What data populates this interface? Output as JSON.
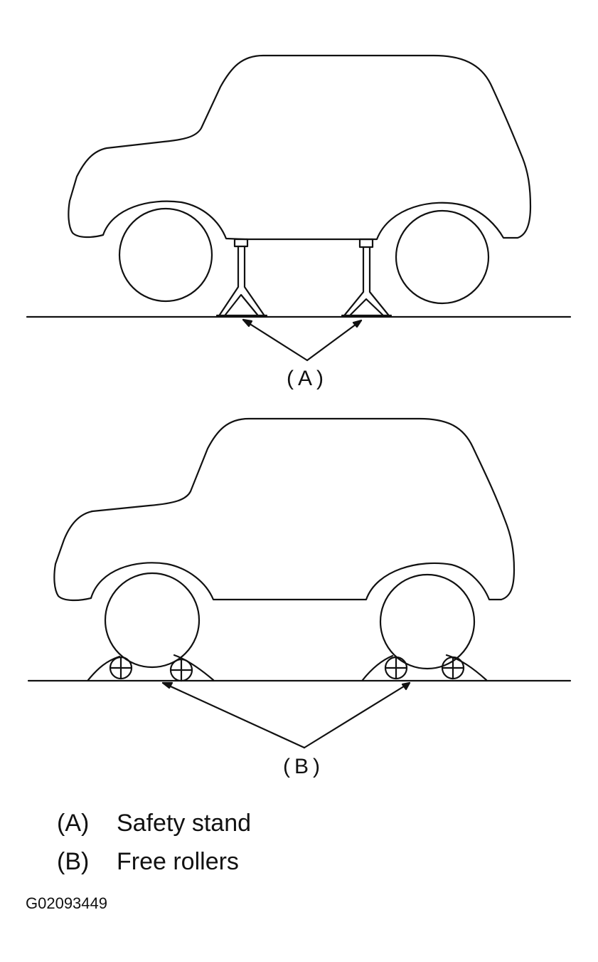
{
  "callouts": {
    "a": "(A)",
    "b": "(B)"
  },
  "legend": [
    {
      "key": "(A)",
      "label": "Safety stand"
    },
    {
      "key": "(B)",
      "label": "Free rollers"
    }
  ],
  "figure_id": "G02093449",
  "colors": {
    "line": "#111111",
    "background": "#ffffff"
  }
}
